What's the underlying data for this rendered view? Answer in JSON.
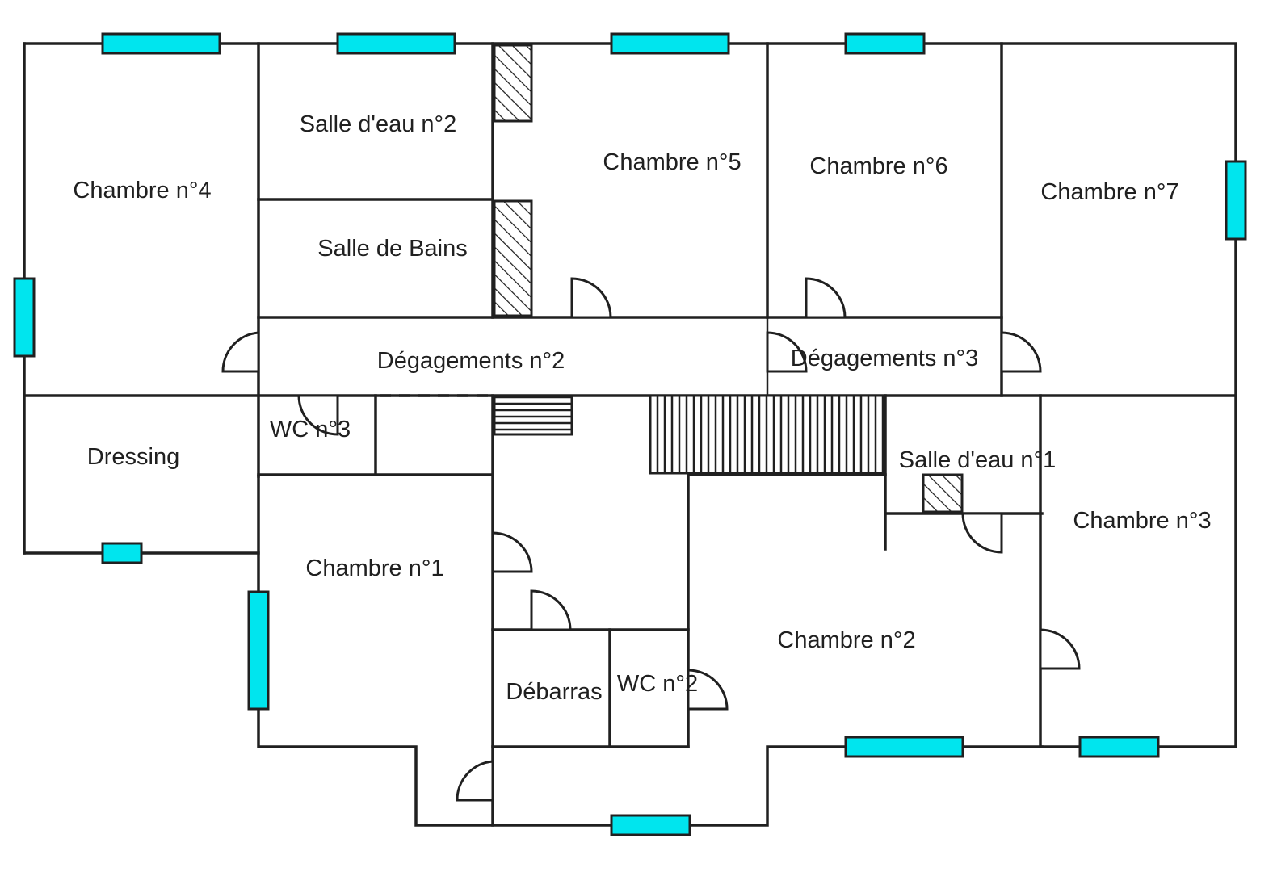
{
  "plan": {
    "rooms": [
      {
        "id": "chambre4",
        "label": "Chambre n°4"
      },
      {
        "id": "salle-eau2",
        "label": "Salle d'eau n°2"
      },
      {
        "id": "salle-bains",
        "label": "Salle de Bains"
      },
      {
        "id": "chambre5",
        "label": "Chambre n°5"
      },
      {
        "id": "chambre6",
        "label": "Chambre n°6"
      },
      {
        "id": "chambre7",
        "label": "Chambre n°7"
      },
      {
        "id": "degagements2",
        "label": "Dégagements n°2"
      },
      {
        "id": "degagements3",
        "label": "Dégagements n°3"
      },
      {
        "id": "dressing",
        "label": "Dressing"
      },
      {
        "id": "wc3",
        "label": "WC n°3"
      },
      {
        "id": "salle-eau1",
        "label": "Salle d'eau n°1"
      },
      {
        "id": "chambre3",
        "label": "Chambre n°3"
      },
      {
        "id": "chambre1",
        "label": "Chambre n°1"
      },
      {
        "id": "chambre2",
        "label": "Chambre n°2"
      },
      {
        "id": "debarras",
        "label": "Débarras"
      },
      {
        "id": "wc2",
        "label": "WC n°2"
      }
    ],
    "colors": {
      "wall": "#202020",
      "window": "#00e5ee",
      "background": "#ffffff"
    },
    "symbols": [
      "window-icon",
      "door-swing-icon",
      "chimney-hatch-icon",
      "staircase-icon"
    ]
  }
}
